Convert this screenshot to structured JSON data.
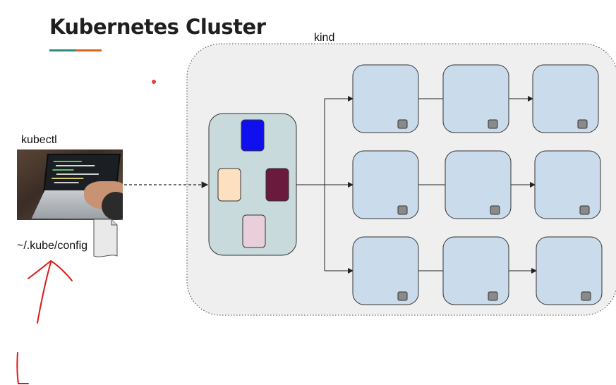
{
  "slide": {
    "title": "Kubernetes Cluster",
    "accent_colors": [
      "#2e8b7e",
      "#e0621f"
    ]
  },
  "client": {
    "label": "kubectl",
    "config_path": "~/.kube/config",
    "image": "laptop-photo"
  },
  "cluster": {
    "label": "kind",
    "control_plane": {
      "components": [
        {
          "name": "blue-component",
          "color": "#1010ee"
        },
        {
          "name": "peach-component",
          "color": "#fde0c0"
        },
        {
          "name": "maroon-component",
          "color": "#6a1a3c"
        },
        {
          "name": "pink-component",
          "color": "#e8cfd9"
        }
      ]
    },
    "node_rows": 3,
    "nodes_per_row": 3
  },
  "annotations": {
    "ink_color": "#e01818"
  }
}
